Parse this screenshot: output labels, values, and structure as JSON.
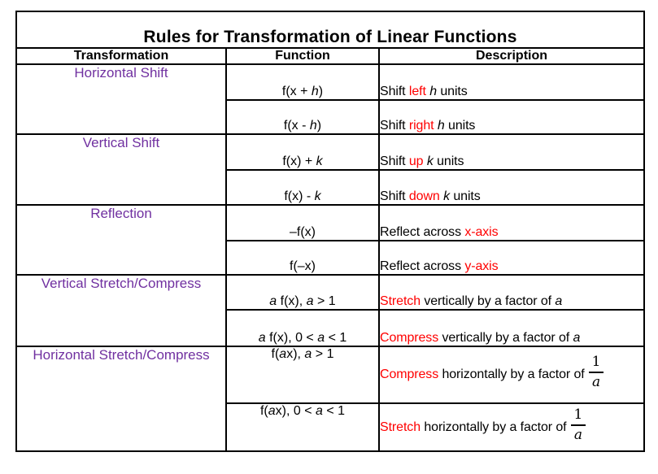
{
  "title": "Rules for Transformation of Linear Functions",
  "columns": [
    "Transformation",
    "Function",
    "Description"
  ],
  "colors": {
    "transformation_text": "#7030A0",
    "keyword_text": "#FF0000",
    "body_text": "#000000",
    "border": "#000000",
    "background": "#FFFFFF"
  },
  "rows": [
    {
      "transformation": "Horizontal Shift",
      "subrows": [
        {
          "function_parts": [
            {
              "t": "f(x + ",
              "s": "p"
            },
            {
              "t": "h",
              "s": "i"
            },
            {
              "t": ")",
              "s": "p"
            }
          ],
          "description_parts": [
            {
              "t": "Shift ",
              "s": "p"
            },
            {
              "t": "left",
              "s": "r"
            },
            {
              "t": " ",
              "s": "p"
            },
            {
              "t": "h",
              "s": "i"
            },
            {
              "t": " units",
              "s": "p"
            }
          ]
        },
        {
          "function_parts": [
            {
              "t": "f(x - ",
              "s": "p"
            },
            {
              "t": "h",
              "s": "i"
            },
            {
              "t": ")",
              "s": "p"
            }
          ],
          "description_parts": [
            {
              "t": "Shift ",
              "s": "p"
            },
            {
              "t": "right",
              "s": "r"
            },
            {
              "t": " ",
              "s": "p"
            },
            {
              "t": "h",
              "s": "i"
            },
            {
              "t": " units",
              "s": "p"
            }
          ]
        }
      ]
    },
    {
      "transformation": "Vertical Shift",
      "subrows": [
        {
          "function_parts": [
            {
              "t": "f(x) + ",
              "s": "p"
            },
            {
              "t": "k",
              "s": "i"
            }
          ],
          "description_parts": [
            {
              "t": "Shift ",
              "s": "p"
            },
            {
              "t": "up",
              "s": "r"
            },
            {
              "t": " ",
              "s": "p"
            },
            {
              "t": "k",
              "s": "i"
            },
            {
              "t": " units",
              "s": "p"
            }
          ]
        },
        {
          "function_parts": [
            {
              "t": "f(x) - ",
              "s": "p"
            },
            {
              "t": "k",
              "s": "i"
            }
          ],
          "description_parts": [
            {
              "t": "Shift ",
              "s": "p"
            },
            {
              "t": "down",
              "s": "r"
            },
            {
              "t": " ",
              "s": "p"
            },
            {
              "t": "k",
              "s": "i"
            },
            {
              "t": " units",
              "s": "p"
            }
          ]
        }
      ]
    },
    {
      "transformation": "Reflection",
      "subrows": [
        {
          "function_parts": [
            {
              "t": "–f(x)",
              "s": "p"
            }
          ],
          "description_parts": [
            {
              "t": "Reflect across ",
              "s": "p"
            },
            {
              "t": "x-axis",
              "s": "r"
            }
          ]
        },
        {
          "function_parts": [
            {
              "t": "f(–x)",
              "s": "p"
            }
          ],
          "description_parts": [
            {
              "t": "Reflect across ",
              "s": "p"
            },
            {
              "t": "y-axis",
              "s": "r"
            }
          ]
        }
      ]
    },
    {
      "transformation": "Vertical Stretch/Compress",
      "subrows": [
        {
          "function_parts": [
            {
              "t": "a",
              "s": "i"
            },
            {
              "t": " f(x), ",
              "s": "p"
            },
            {
              "t": "a",
              "s": "i"
            },
            {
              "t": " > 1",
              "s": "p"
            }
          ],
          "description_parts": [
            {
              "t": "Stretch",
              "s": "r"
            },
            {
              "t": " vertically by a factor of ",
              "s": "p"
            },
            {
              "t": "a",
              "s": "i"
            }
          ]
        },
        {
          "function_parts": [
            {
              "t": "a",
              "s": "i"
            },
            {
              "t": " f(x), 0 < ",
              "s": "p"
            },
            {
              "t": "a",
              "s": "i"
            },
            {
              "t": " < 1",
              "s": "p"
            }
          ],
          "description_parts": [
            {
              "t": "Compress",
              "s": "r"
            },
            {
              "t": " vertically by a factor of ",
              "s": "p"
            },
            {
              "t": "a",
              "s": "i"
            }
          ]
        }
      ]
    },
    {
      "transformation": "Horizontal Stretch/Compress",
      "subrows": [
        {
          "function_parts": [
            {
              "t": "f(",
              "s": "p"
            },
            {
              "t": "a",
              "s": "i"
            },
            {
              "t": "x), ",
              "s": "p"
            },
            {
              "t": "a",
              "s": "i"
            },
            {
              "t": " > 1",
              "s": "p"
            }
          ],
          "description_parts": [
            {
              "t": "Compress",
              "s": "r"
            },
            {
              "t": " horizontally by a factor of",
              "s": "p"
            },
            {
              "s": "frac",
              "num": "1",
              "den": "a"
            }
          ]
        },
        {
          "function_parts": [
            {
              "t": "f(",
              "s": "p"
            },
            {
              "t": "a",
              "s": "i"
            },
            {
              "t": "x), 0 < ",
              "s": "p"
            },
            {
              "t": "a",
              "s": "i"
            },
            {
              "t": " < 1",
              "s": "p"
            }
          ],
          "description_parts": [
            {
              "t": "Stretch",
              "s": "r"
            },
            {
              "t": " horizontally by a factor of",
              "s": "p"
            },
            {
              "s": "frac",
              "num": "1",
              "den": "a"
            }
          ]
        }
      ]
    }
  ]
}
